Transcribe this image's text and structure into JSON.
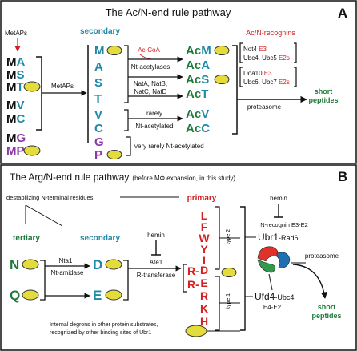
{
  "colors": {
    "black": "#111111",
    "teal": "#1f8aa8",
    "green": "#1e7a3a",
    "red": "#d42020",
    "purple": "#8a3aa6",
    "yellow": "#e4dc3a",
    "yellow_stroke": "#333333",
    "ubr_red": "#e0322b",
    "ubr_blue": "#1f6fb3",
    "ubr_green": "#2e9a4a"
  },
  "panel_a": {
    "title": "The Ac/N-end rule pathway",
    "letter": "A",
    "metaps_top": "MetAPs",
    "metaps_mid": "MetAPs",
    "secondary": "secondary",
    "left_residues": [
      {
        "m": "M",
        "x": "A",
        "xc": "teal",
        "oval": false
      },
      {
        "m": "M",
        "x": "S",
        "xc": "teal",
        "oval": false
      },
      {
        "m": "M",
        "x": "T",
        "xc": "teal",
        "oval": true
      },
      {
        "m": "M",
        "x": "V",
        "xc": "teal",
        "oval": false
      },
      {
        "m": "M",
        "x": "C",
        "xc": "teal",
        "oval": false
      },
      {
        "m": "M",
        "x": "G",
        "xc": "purple",
        "oval": false
      },
      {
        "m": "M",
        "x": "P",
        "xc": "purple",
        "oval": true,
        "mc": "purple"
      }
    ],
    "mid_residues": [
      {
        "x": "M",
        "c": "teal"
      },
      {
        "x": "A",
        "c": "teal"
      },
      {
        "x": "S",
        "c": "teal"
      },
      {
        "x": "T",
        "c": "teal"
      },
      {
        "x": "V",
        "c": "teal"
      },
      {
        "x": "C",
        "c": "teal"
      },
      {
        "x": "G",
        "c": "purple"
      },
      {
        "x": "P",
        "c": "purple"
      }
    ],
    "acoa": "Ac-CoA",
    "nt_acetylases": "Nt-acetylases",
    "nat_line1": "NatA, NatB,",
    "nat_line2": "NatC, NatD",
    "rarely": "rarely",
    "nt_acetylated": "Nt-acetylated",
    "very_rarely": "very rarely Nt-acetylated",
    "ac_prefix": "Ac",
    "ac_residues": [
      "M",
      "A",
      "S",
      "T",
      "V",
      "C"
    ],
    "recognins_label": "Ac/N-recognins",
    "not4": {
      "line1a": "Not4 ",
      "line1b": "E3",
      "line2a": "Ubc4, Ubc5 ",
      "line2b": "E2s"
    },
    "doa10": {
      "line1a": "Doa10 ",
      "line1b": "E3",
      "line2a": "Ubc6, Ubc7 ",
      "line2b": "E2s"
    },
    "proteasome": "proteasome",
    "short_peptides": [
      "short",
      "peptides"
    ]
  },
  "panel_b": {
    "title": "The Arg/N-end rule pathway",
    "subtitle": "(before MΦ expansion, in this study)",
    "letter": "B",
    "destabilizing": "destabilizing N-terminal residues:",
    "primary": "primary",
    "tertiary": "tertiary",
    "secondary": "secondary",
    "n_label": "N",
    "q_label": "Q",
    "d_label": "D",
    "e_label": "E",
    "nta1": "Nta1",
    "nt_amidase": "Nt-amidase",
    "hemin_left": "hemin",
    "ate1": "Ate1",
    "r_transferase": "R-transferase",
    "primary_type2": [
      "L",
      "F",
      "W",
      "Y",
      "I"
    ],
    "primary_type1": [
      "R",
      "K",
      "H"
    ],
    "rd": [
      "R",
      "D"
    ],
    "re": [
      "R",
      "E"
    ],
    "type2": "type 2",
    "type1": "type 1",
    "hemin_right": "hemin",
    "n_recognin": "N-recognin E3-E2",
    "ubr1": "Ubr1",
    "rad6": "-Rad6",
    "proteasome": "proteasome",
    "ufd4": "Ufd4",
    "ubc4": "-Ubc4",
    "e4e2": "E4-E2",
    "short_peptides": [
      "short",
      "peptides"
    ],
    "internal_line1": "Internal degrons in other protein substrates,",
    "internal_line2": "recognized by other binding sites of Ubr1"
  }
}
